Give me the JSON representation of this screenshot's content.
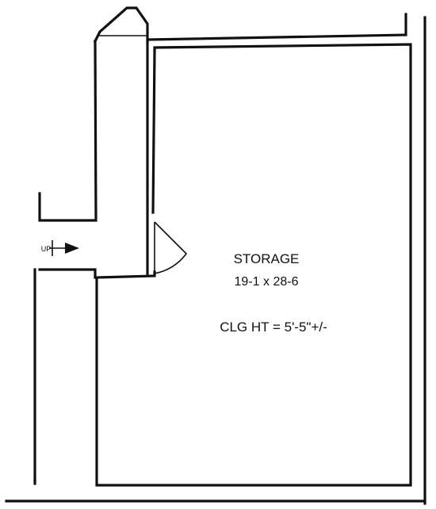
{
  "room": {
    "name": "STORAGE",
    "dimensions": "19-1 x 28-6",
    "ceiling_height": "CLG HT = 5'-5\"+/-"
  },
  "stair": {
    "direction_label": "UP"
  }
}
